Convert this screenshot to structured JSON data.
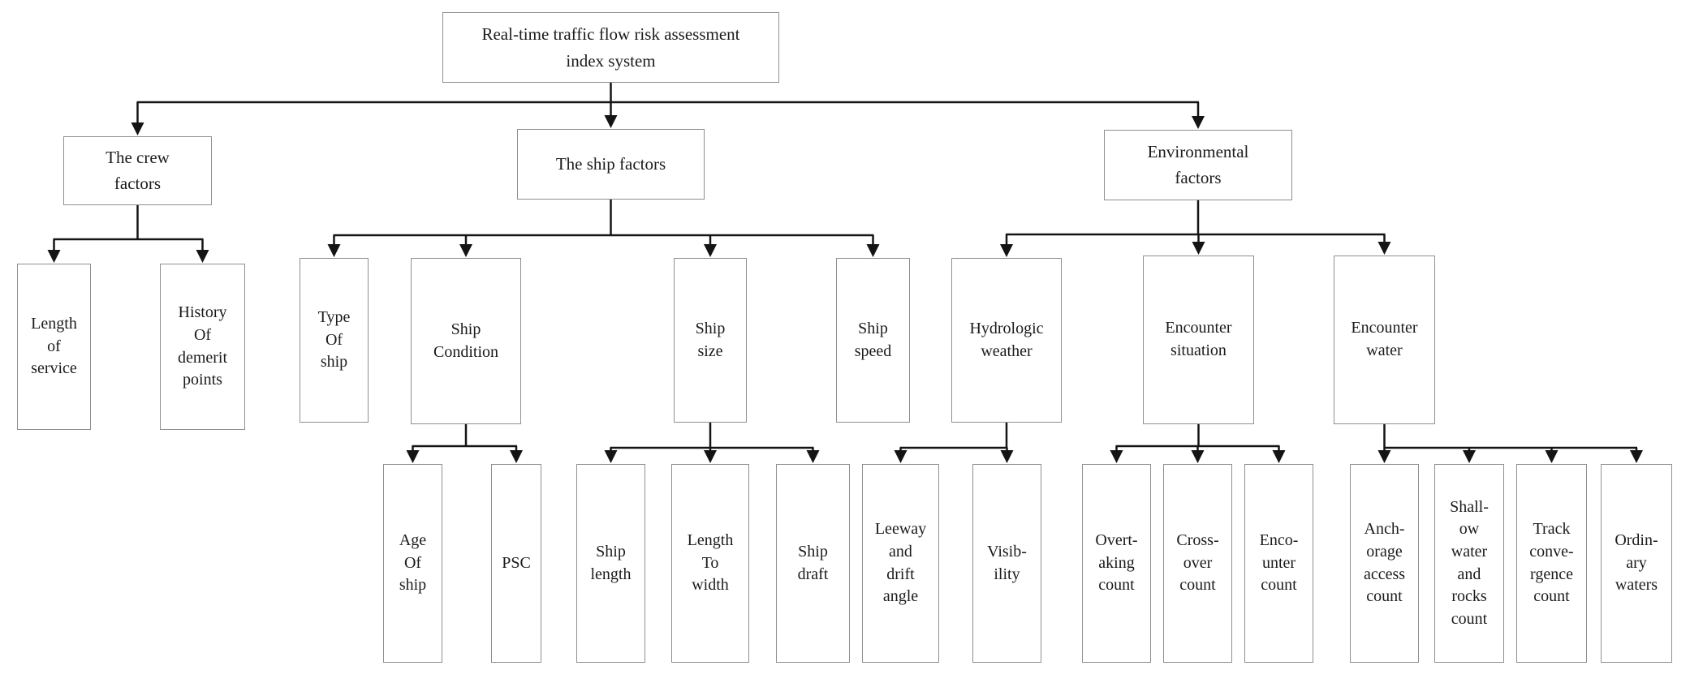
{
  "diagram": {
    "title": "Real-time traffic flow risk assessment index system",
    "type": "tree",
    "colors": {
      "background": "#ffffff",
      "box_fill": "#ffffff",
      "box_border": "#8f8f8f",
      "line": "#141414",
      "text": "#1b1b1b"
    }
  },
  "nodes": [
    {
      "id": "root",
      "parent": null,
      "label": "Real-time traffic flow risk assessment\nindex system"
    },
    {
      "id": "crew_factors",
      "parent": "root",
      "label": "The crew\nfactors"
    },
    {
      "id": "ship_factors",
      "parent": "root",
      "label": "The ship factors"
    },
    {
      "id": "environmental_factors",
      "parent": "root",
      "label": "Environmental\nfactors"
    },
    {
      "id": "length_of_service",
      "parent": "crew_factors",
      "label": "Length\nof\nservice"
    },
    {
      "id": "history_of_demerit_points",
      "parent": "crew_factors",
      "label": "History\nOf\ndemerit\npoints"
    },
    {
      "id": "type_of_ship",
      "parent": "ship_factors",
      "label": "Type\nOf\nship"
    },
    {
      "id": "ship_condition",
      "parent": "ship_factors",
      "label": "Ship\nCondition"
    },
    {
      "id": "ship_size",
      "parent": "ship_factors",
      "label": "Ship\nsize"
    },
    {
      "id": "ship_speed",
      "parent": "ship_factors",
      "label": "Ship\nspeed"
    },
    {
      "id": "hydrologic_weather",
      "parent": "environmental_factors",
      "label": "Hydrologic\nweather"
    },
    {
      "id": "encounter_situation",
      "parent": "environmental_factors",
      "label": "Encounter\nsituation"
    },
    {
      "id": "encounter_water",
      "parent": "environmental_factors",
      "label": "Encounter\nwater"
    },
    {
      "id": "age_of_ship",
      "parent": "ship_condition",
      "label": "Age\nOf\nship"
    },
    {
      "id": "psc",
      "parent": "ship_condition",
      "label": "PSC"
    },
    {
      "id": "ship_length",
      "parent": "ship_size",
      "label": "Ship\nlength"
    },
    {
      "id": "length_to_width",
      "parent": "ship_size",
      "label": "Length\nTo\nwidth"
    },
    {
      "id": "ship_draft",
      "parent": "ship_size",
      "label": "Ship\ndraft"
    },
    {
      "id": "leeway_and_drift_angle",
      "parent": "hydrologic_weather",
      "label": "Leeway\nand\ndrift\nangle"
    },
    {
      "id": "visibility",
      "parent": "hydrologic_weather",
      "label": "Visib-\nility"
    },
    {
      "id": "overtaking_count",
      "parent": "encounter_situation",
      "label": "Overt-\naking\ncount"
    },
    {
      "id": "crossover_count",
      "parent": "encounter_situation",
      "label": "Cross-\nover\ncount"
    },
    {
      "id": "encounter_count",
      "parent": "encounter_situation",
      "label": "Enco-\nunter\ncount"
    },
    {
      "id": "anchorage_access_count",
      "parent": "encounter_water",
      "label": "Anch-\norage\naccess\ncount"
    },
    {
      "id": "shallow_water_and_rocks_count",
      "parent": "encounter_water",
      "label": "Shall-\now\nwater\nand\nrocks\ncount"
    },
    {
      "id": "track_convergence_count",
      "parent": "encounter_water",
      "label": "Track\nconve-\nrgence\ncount"
    },
    {
      "id": "ordinary_waters",
      "parent": "encounter_water",
      "label": "Ordin-\nary\nwaters"
    }
  ]
}
